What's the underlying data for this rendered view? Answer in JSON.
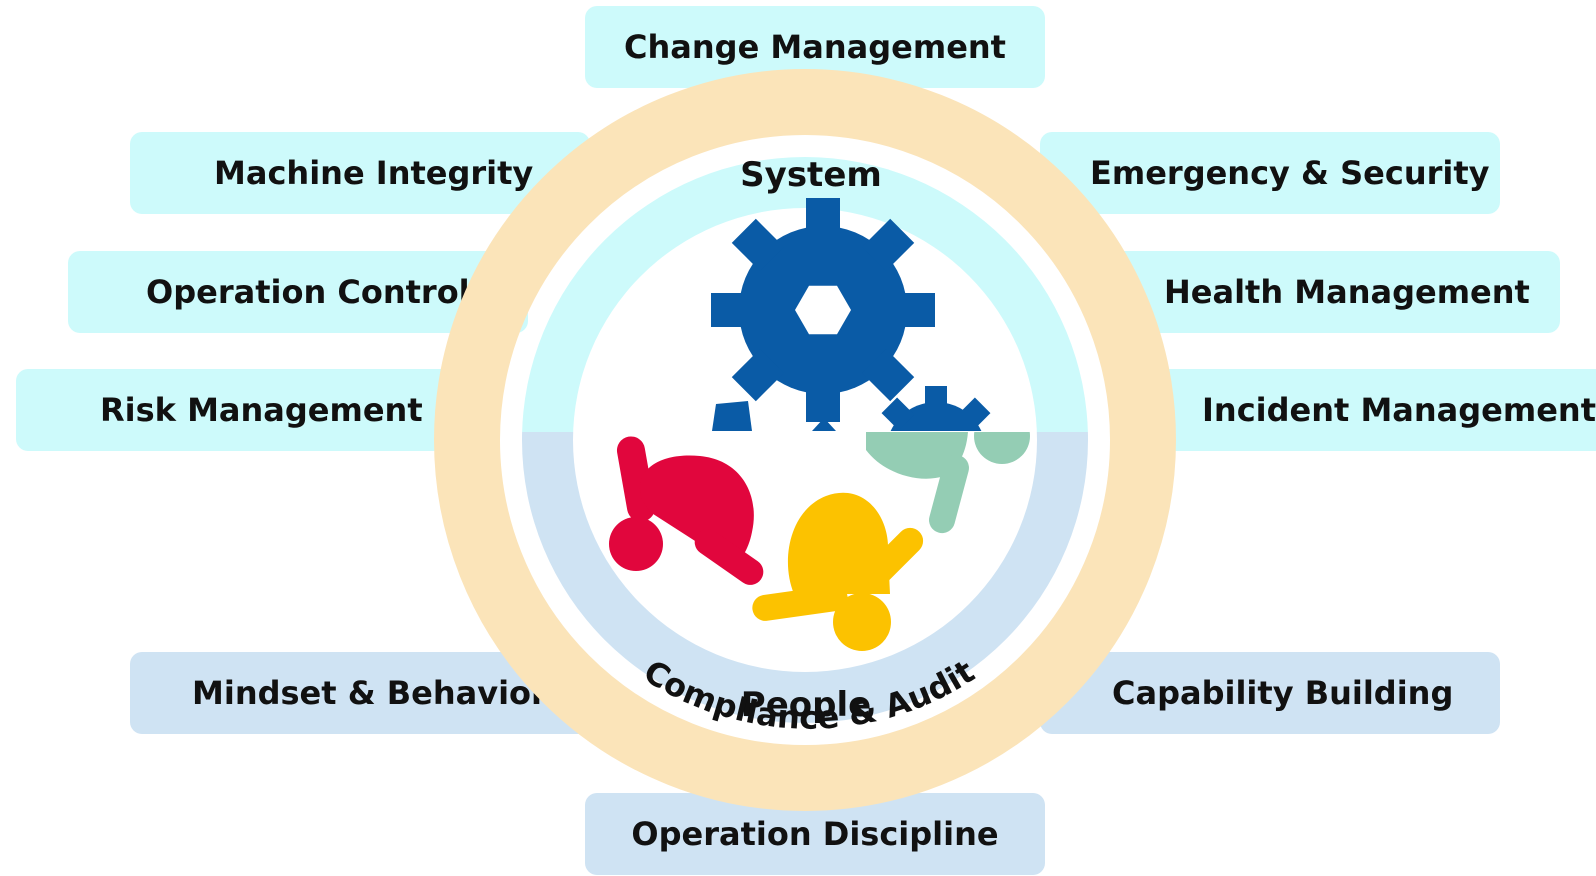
{
  "colors": {
    "system_box": "#cdfafb",
    "people_box": "#cfe3f3",
    "outer_ring": "#fbe4b9",
    "gear": "#0a5ba6",
    "figure_red": "#e1063d",
    "figure_yellow": "#fcc200",
    "figure_green": "#94cdb4"
  },
  "center": {
    "system_label": "System",
    "people_label": "People",
    "ring_label": "Compliance & Audit",
    "system_icon": "gear-icon",
    "people_icon": "people-circle-icon"
  },
  "system_items": {
    "change_management": "Change Management",
    "machine_integrity": "Machine Integrity",
    "operation_control": "Operation Control",
    "risk_management": "Risk Management",
    "emergency_security": "Emergency & Security",
    "health_management": "Health Management",
    "incident_management": "Incident Management"
  },
  "people_items": {
    "mindset_behaviors": "Mindset & Behaviors",
    "capability_building": "Capability Building",
    "operation_discipline": "Operation Discipline"
  }
}
